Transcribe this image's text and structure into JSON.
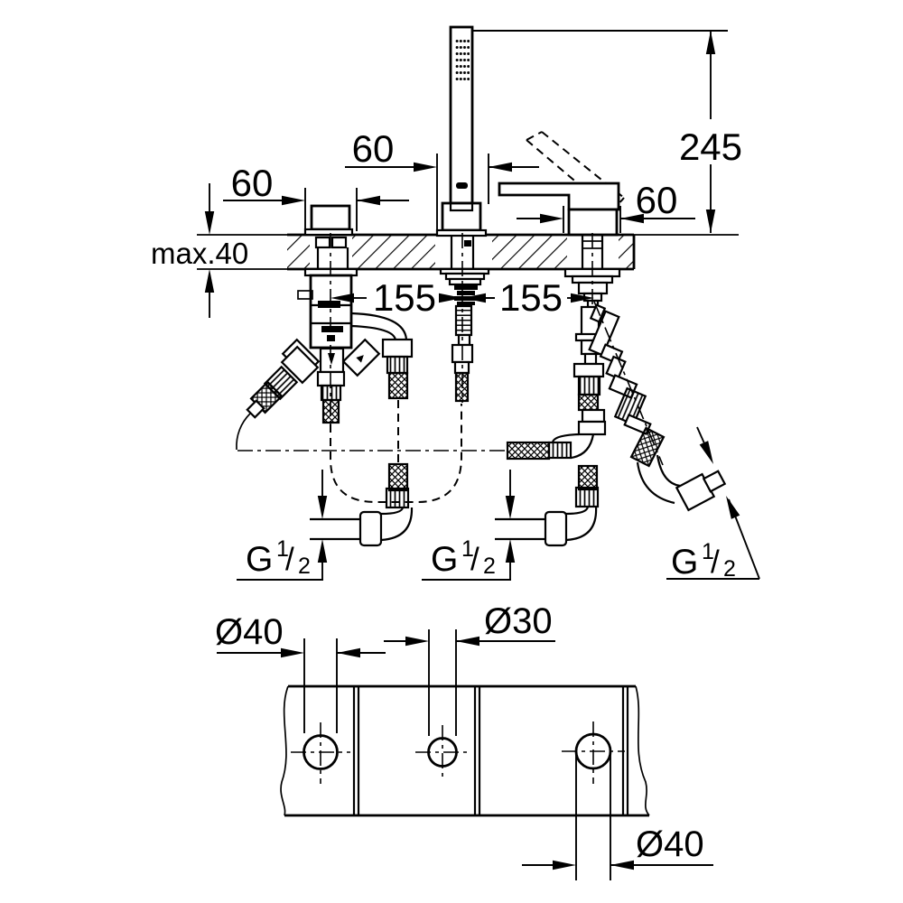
{
  "theme": {
    "ink": "#000000",
    "paper": "#ffffff"
  },
  "side": {
    "dim_height": "245",
    "dim_width_left": "60",
    "dim_width_center": "60",
    "dim_width_right": "60",
    "deck_thickness": "max.40",
    "cc_left": "155",
    "cc_right": "155",
    "g_labels": [
      {
        "g": "G",
        "sup": "1",
        "slash": "/",
        "sub": "2"
      },
      {
        "g": "G",
        "sup": "1",
        "slash": "/",
        "sub": "2"
      },
      {
        "g": "G",
        "sup": "1",
        "slash": "/",
        "sub": "2"
      }
    ]
  },
  "plan": {
    "hole_left": "Ø40",
    "hole_center": "Ø30",
    "hole_right": "Ø40"
  }
}
